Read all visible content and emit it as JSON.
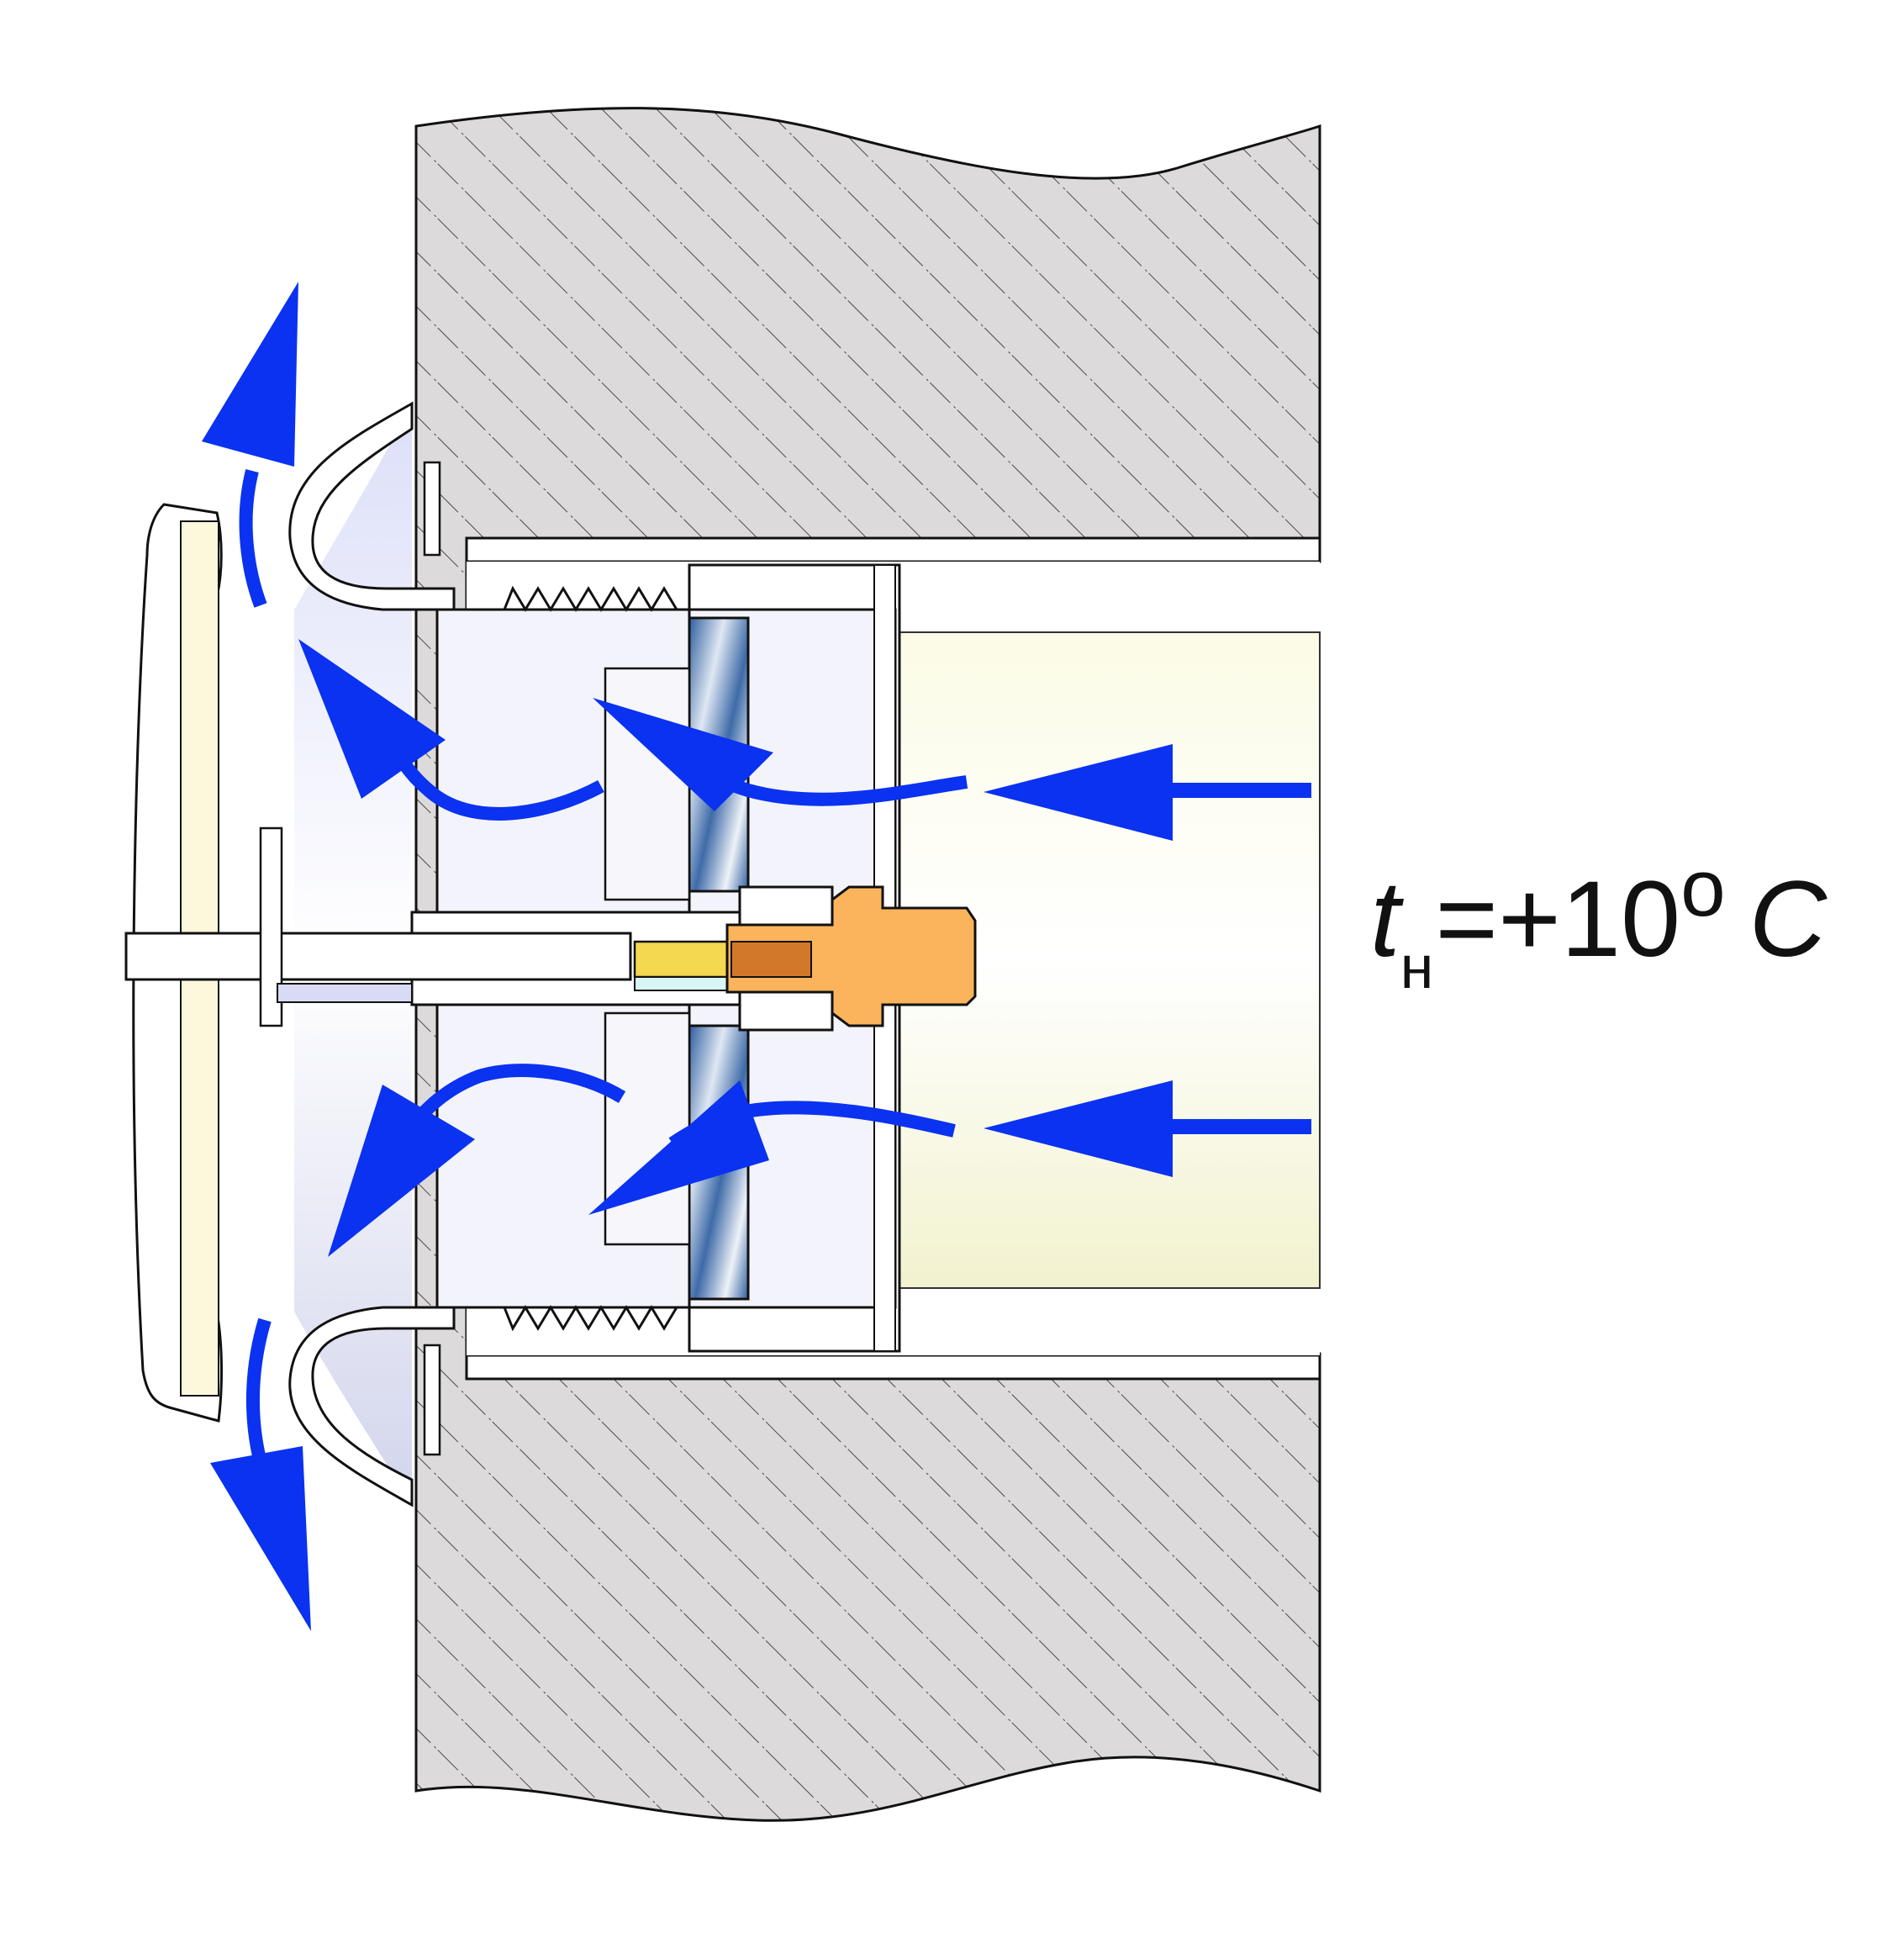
{
  "label": {
    "variable": "t",
    "subscript": "н",
    "value": "=+10",
    "degree": "o",
    "unit": "C"
  },
  "colors": {
    "wall_fill": "#dcdada",
    "hatch": "#4a4a4a",
    "outline": "#111111",
    "airflow_arrow": "#0a32f0",
    "inner_channel": "#fbfbe0",
    "diffuser_tint": "#e4e6fa",
    "grille_panel": "#fbf8dc",
    "filter": "#3f6aa8",
    "spindle_nut": "#fbb45c",
    "copper_insert": "#d2782a",
    "brass_insert": "#f3d850"
  }
}
